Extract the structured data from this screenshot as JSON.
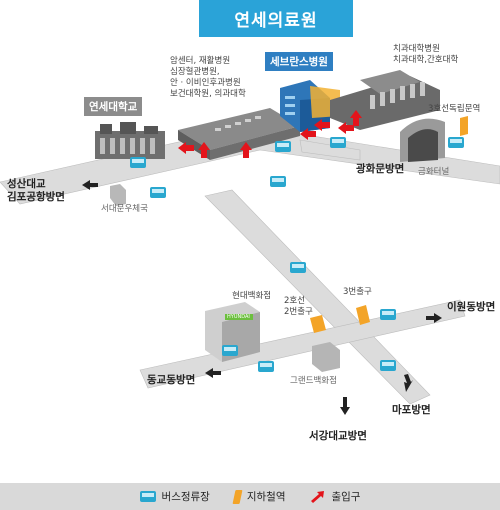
{
  "title": "연세의료원",
  "buildings": {
    "severance": "세브란스병원",
    "yonsei": "연세대학교",
    "hospitals_left": [
      "암센터, 재활병원",
      "심장혈관병원,",
      "안 · 이비인후과병원",
      "보건대학원, 의과대학"
    ],
    "hospitals_right": [
      "치과대학병원",
      "치과대학,간호대학"
    ],
    "hyundai": "현대백화점",
    "grand": "그랜드백화점",
    "hyundai_sign": "HYUNDAI"
  },
  "places": {
    "dongnimmun": "3호선독립문역",
    "geumhwa_tunnel": "금화터널",
    "seodaemun_gym": "서대문우체국",
    "exit2": [
      "2호선",
      "2번출구"
    ],
    "exit3": "3번출구"
  },
  "directions": {
    "seongsan": [
      "성산대교",
      "김포공항방면"
    ],
    "gwanghwamun": "광화문방면",
    "idong": "이원동방면",
    "donggyo": "동교동방면",
    "mapo": "마포방면",
    "seogang": "서강대교방면"
  },
  "legend": {
    "bus": "버스정류장",
    "subway": "지하철역",
    "entrance": "출입구"
  },
  "colors": {
    "road": "#dcdcdc",
    "bus": "#29a7cf",
    "subway": "#f3a428",
    "entrance": "#e3141b",
    "title_bg": "#2aa3d8",
    "severance_label": "#2f7fc2",
    "yonsei_label": "#8c8c8c"
  }
}
